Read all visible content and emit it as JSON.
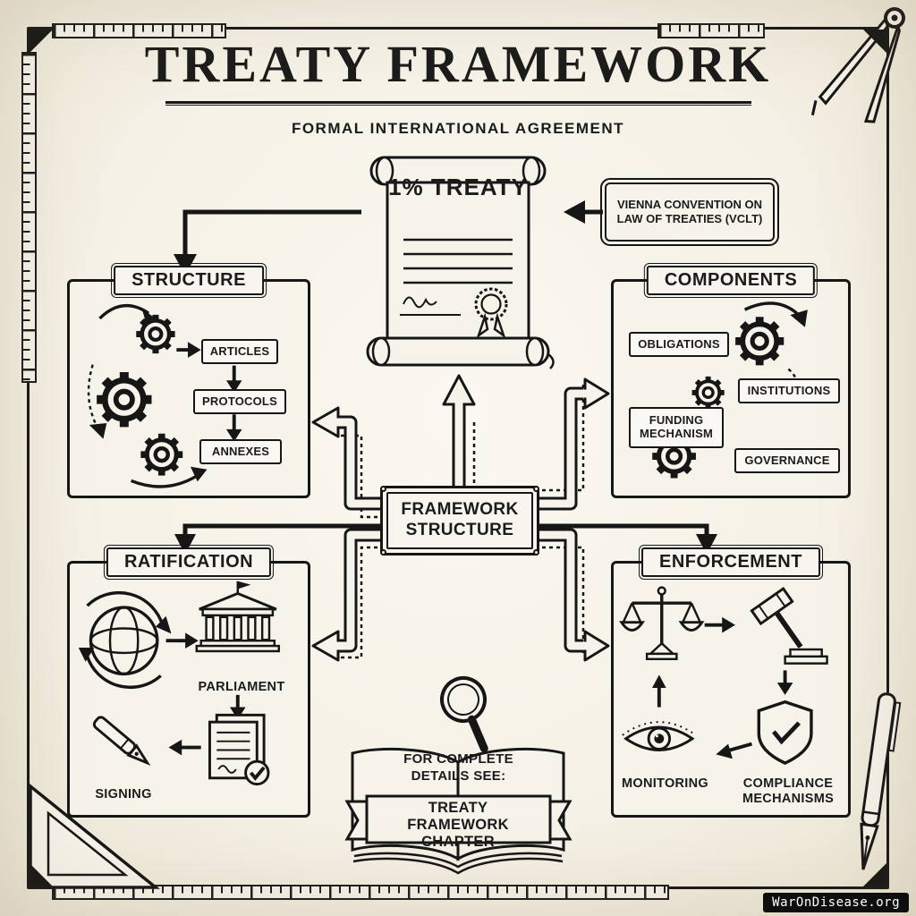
{
  "meta": {
    "site": "WarOnDisease.org"
  },
  "header": {
    "title": "TREATY FRAMEWORK",
    "subtitle": "FORMAL INTERNATIONAL AGREEMENT"
  },
  "treaty": {
    "label": "1% TREATY"
  },
  "vclt": {
    "label": "VIENNA CONVENTION ON LAW OF TREATIES (VCLT)"
  },
  "center_node": {
    "label": "FRAMEWORK STRUCTURE"
  },
  "boxes": {
    "structure": {
      "title": "STRUCTURE",
      "items": [
        "ARTICLES",
        "PROTOCOLS",
        "ANNEXES"
      ]
    },
    "components": {
      "title": "COMPONENTS",
      "items": [
        "OBLIGATIONS",
        "INSTITUTIONS",
        "FUNDING MECHANISM",
        "GOVERNANCE"
      ]
    },
    "ratification": {
      "title": "RATIFICATION",
      "items": [
        "PARLIAMENT",
        "SIGNING"
      ]
    },
    "enforcement": {
      "title": "ENFORCEMENT",
      "items": [
        "MONITORING",
        "COMPLIANCE MECHANISMS"
      ]
    }
  },
  "footnote": {
    "line1": "FOR COMPLETE DETAILS SEE:",
    "line2": "TREATY FRAMEWORK CHAPTER"
  },
  "colors": {
    "ink": "#161616",
    "paper": "#f6f3ea"
  }
}
